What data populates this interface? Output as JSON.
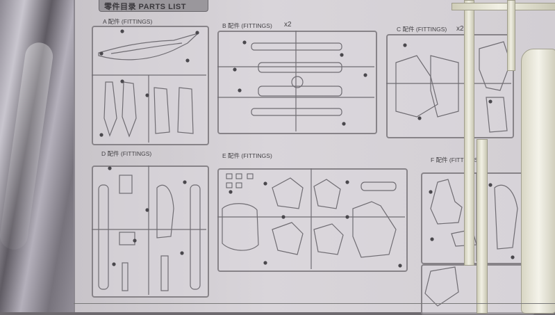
{
  "header": {
    "title": "零件目录  PARTS LIST"
  },
  "panels": [
    {
      "id": "A",
      "label": "A 配件 (FITTINGS)",
      "qty": ""
    },
    {
      "id": "B",
      "label": "B 配件 (FITTINGS)",
      "qty": "x2"
    },
    {
      "id": "C",
      "label": "C 配件 (FITTINGS)",
      "qty": "x2"
    },
    {
      "id": "D",
      "label": "D 配件 (FITTINGS)",
      "qty": ""
    },
    {
      "id": "E",
      "label": "E 配件 (FITTINGS)",
      "qty": ""
    },
    {
      "id": "F",
      "label": "F 配件 (FITTINGS)",
      "qty": ""
    }
  ],
  "colors": {
    "sheet": "#d6d2d7",
    "runner": "#878388",
    "frame": "#efeee2"
  }
}
